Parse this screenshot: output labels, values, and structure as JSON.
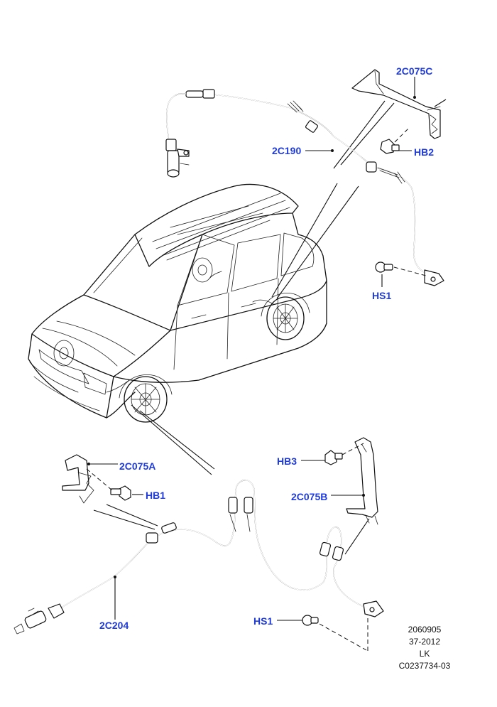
{
  "callouts": {
    "c2c075c": "2C075C",
    "c2c190": "2C190",
    "hb2": "HB2",
    "hs1_top": "HS1",
    "c2c075a": "2C075A",
    "hb1": "HB1",
    "hb3": "HB3",
    "c2c075b": "2C075B",
    "hs1_bottom": "HS1",
    "c2c204": "2C204"
  },
  "reference": {
    "line1": "2060905",
    "line2": "37-2012",
    "line3": "LK",
    "line4": "C0237734-03"
  },
  "colors": {
    "callout": "#1f3bdc",
    "linework": "#111111",
    "background": "#ffffff"
  }
}
